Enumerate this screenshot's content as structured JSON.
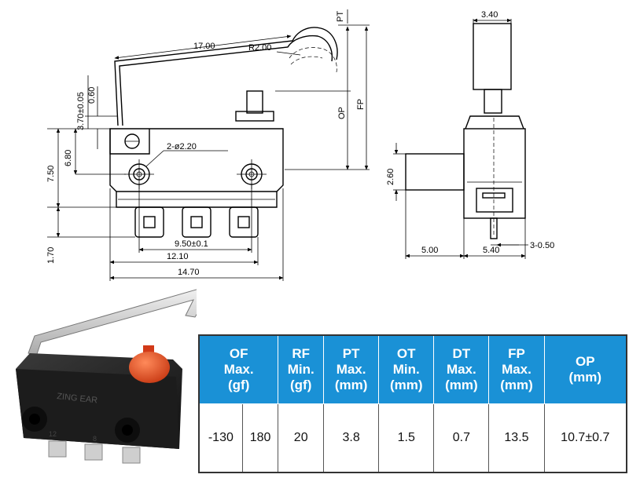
{
  "drawing": {
    "side_view_dims": {
      "lever_length": "17.00",
      "lever_radius": "R2.00",
      "pt": "PT",
      "op": "OP",
      "fp": "FP",
      "dim_3_70": "3.70±0.05",
      "dim_0_60": "0.60",
      "dim_7_50": "7.50",
      "dim_6_80": "6.80",
      "holes": "2-ø2.20",
      "dim_1_70": "1.70",
      "pitch": "9.50±0.1",
      "dim_12_10": "12.10",
      "dim_14_70": "14.70"
    },
    "end_view_dims": {
      "dim_3_40": "3.40",
      "dim_2_60": "2.60",
      "dim_5_00": "5.00",
      "dim_5_40": "5.40",
      "dim_3_0_50": "3-0.50"
    }
  },
  "photo": {
    "brand": "ZING EAR",
    "mark_left": "12",
    "mark_right": "8"
  },
  "table": {
    "headers": [
      [
        "OF",
        "Max.",
        "(gf)"
      ],
      [
        "RF",
        "Min.",
        "(gf)"
      ],
      [
        "PT",
        "Max.",
        "(mm)"
      ],
      [
        "OT",
        "Min.",
        "(mm)"
      ],
      [
        "DT",
        "Max.",
        "(mm)"
      ],
      [
        "FP",
        "Max.",
        "(mm)"
      ],
      [
        "OP",
        "(mm)"
      ]
    ],
    "row": [
      "-130",
      "180",
      "20",
      "3.8",
      "1.5",
      "0.7",
      "13.5",
      "10.7±0.7"
    ]
  },
  "colors": {
    "header_blue": "#1a91d6",
    "actuator_orange": "#e8532a",
    "body_black": "#1c1c1c"
  }
}
